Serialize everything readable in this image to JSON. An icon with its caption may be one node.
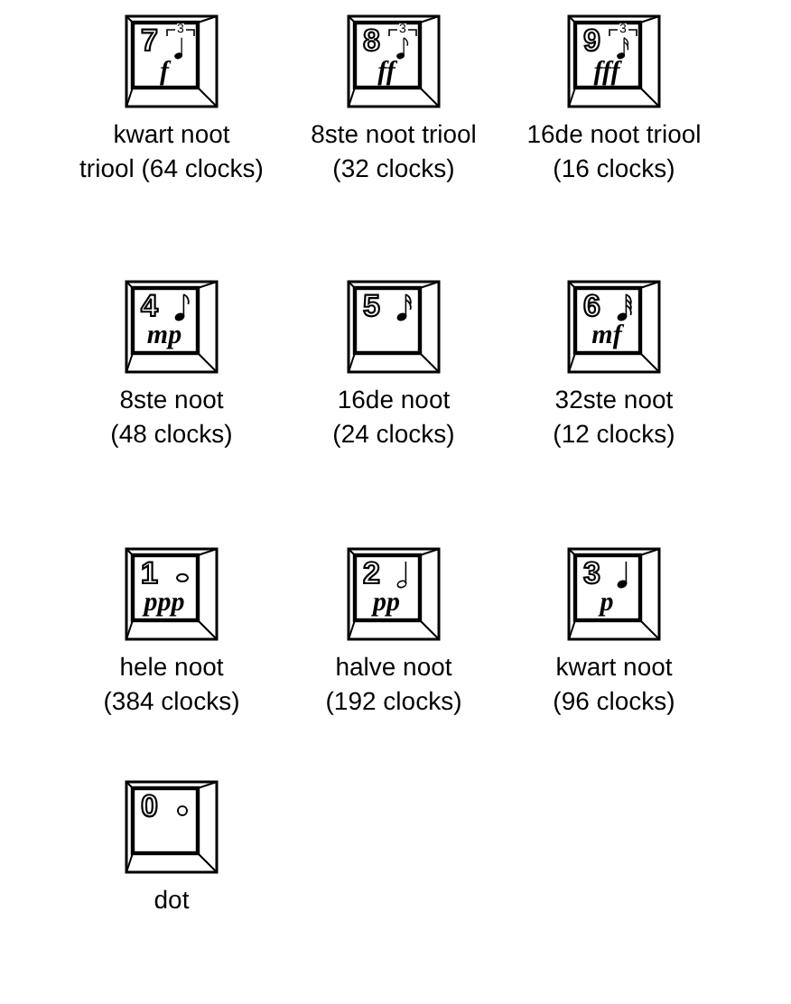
{
  "diagram": {
    "nodes": [
      {
        "text": [
          "7",
          "3",
          "f"
        ],
        "beside": [
          "kwart noot triool (64 clocks)"
        ]
      },
      {
        "text": [
          "8",
          "3",
          "ff"
        ],
        "beside": [
          "8ste noot triool (32 clocks)"
        ]
      },
      {
        "text": [
          "9",
          "3",
          "fff"
        ],
        "beside": [
          "16de noot triool (16 clocks)"
        ]
      },
      {
        "text": [
          "4",
          "mp"
        ],
        "beside": [
          "8ste noot (48 clocks)"
        ]
      },
      {
        "text": [
          "5"
        ],
        "beside": [
          "16de noot (24 clocks)"
        ]
      },
      {
        "text": [
          "6",
          "mf"
        ],
        "beside": [
          "32ste noot (12 clocks)"
        ]
      },
      {
        "text": [
          "1",
          "ppp"
        ],
        "beside": [
          "hele noot (384 clocks)"
        ]
      },
      {
        "text": [
          "2",
          "pp"
        ],
        "beside": [
          "halve noot (192 clocks)"
        ]
      },
      {
        "text": [
          "3",
          "p"
        ],
        "beside": [
          "kwart noot (96 clocks)"
        ]
      },
      {
        "text": [
          "0"
        ],
        "beside": [
          "dot"
        ]
      }
    ]
  }
}
